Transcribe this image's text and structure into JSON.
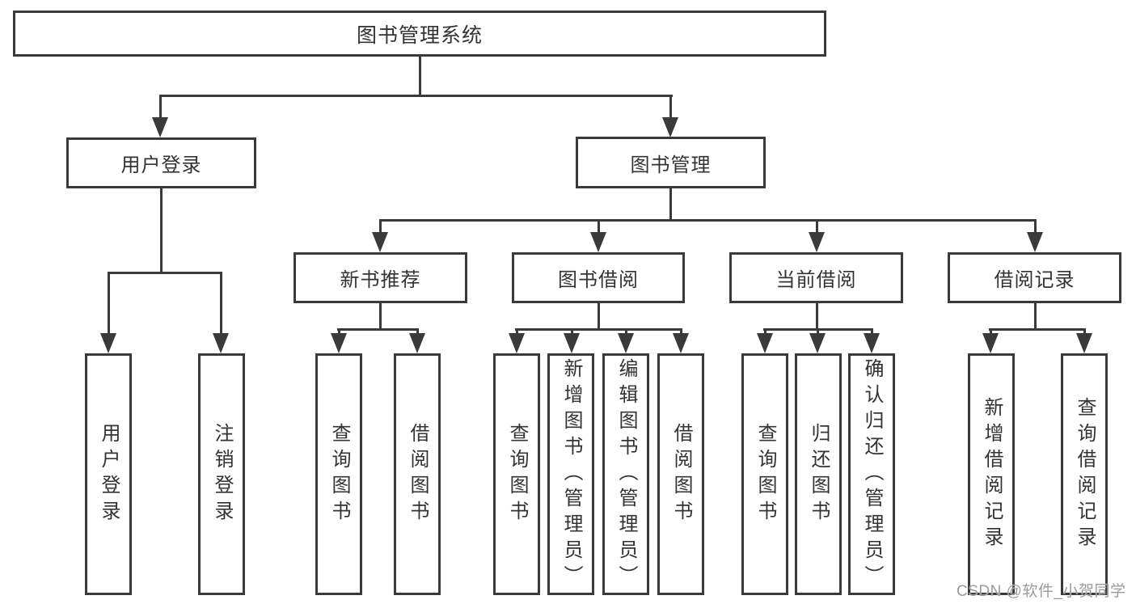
{
  "diagram": {
    "root": {
      "label": "图书管理系统"
    },
    "level2": [
      {
        "label": "用户登录"
      },
      {
        "label": "图书管理"
      }
    ],
    "level3": [
      {
        "label": "新书推荐"
      },
      {
        "label": "图书借阅"
      },
      {
        "label": "当前借阅"
      },
      {
        "label": "借阅记录"
      }
    ],
    "leaves": {
      "user_login": [
        {
          "label": "用户登录"
        },
        {
          "label": "注销登录"
        }
      ],
      "new_book_rec": [
        {
          "label": "查询图书"
        },
        {
          "label": "借阅图书"
        }
      ],
      "book_borrowing": [
        {
          "label": "查询图书"
        },
        {
          "label": "新增图书（管理员）"
        },
        {
          "label": "编辑图书（管理员）"
        },
        {
          "label": "借阅图书"
        }
      ],
      "current_borrowing": [
        {
          "label": "查询图书"
        },
        {
          "label": "归还图书"
        },
        {
          "label": "确认归还（管理员）"
        }
      ],
      "borrowing_records": [
        {
          "label": "新增借阅记录"
        },
        {
          "label": "查询借阅记录"
        }
      ]
    },
    "watermark": "CSDN @软件_小贺同学",
    "colors": {
      "line": "#3a3a3a",
      "text": "#333333",
      "background": "#ffffff",
      "watermark": "#9b9b9b"
    }
  }
}
